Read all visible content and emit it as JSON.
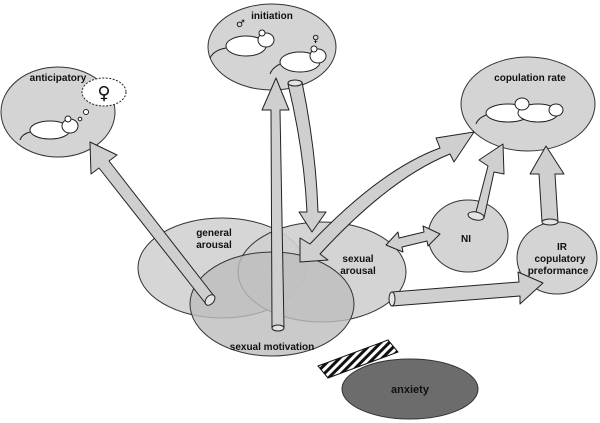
{
  "nodes": {
    "initiation": "initiation",
    "anticipatory": "anticipatory",
    "copulation_rate": "copulation rate",
    "general_arousal_1": "general",
    "general_arousal_2": "arousal",
    "sexual_arousal_1": "sexual",
    "sexual_arousal_2": "arousal",
    "sexual_motivation": "sexual motivation",
    "ni": "NI",
    "ir_1": "IR",
    "ir_2": "copulatory",
    "ir_3": "preformance",
    "anxiety": "anxiety"
  },
  "symbols": {
    "male": "♂",
    "female": "♀"
  },
  "colors": {
    "node_fill": "#d4d4d4",
    "overlap_fill": "#b4b4b4",
    "arrow_fill": "#cfcfcf",
    "anxiety_fill": "#6c6c6c",
    "stroke": "#333333"
  }
}
